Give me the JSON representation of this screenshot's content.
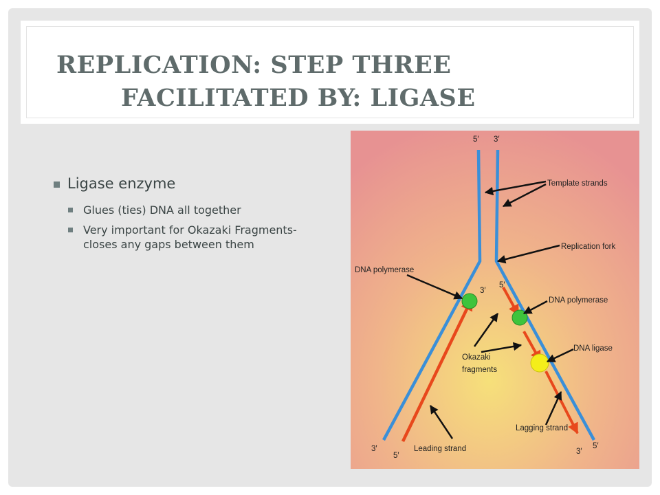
{
  "title": {
    "line1": "REPLICATION: STEP THREE",
    "line2": "FACILITATED BY: LIGASE"
  },
  "bullets": {
    "main": "Ligase enzyme",
    "sub": [
      "Glues (ties)  DNA all together",
      "Very important for Okazaki Fragments-closes any gaps between them"
    ]
  },
  "diagram": {
    "colors": {
      "template_strand": "#3a8fd8",
      "new_strand": "#e8481c",
      "polymerase": "#3ec43c",
      "ligase": "#f4ee1a",
      "background_center": "#f6e07a",
      "background_edge": "#e79292"
    },
    "labels": {
      "top_left_5": "5′",
      "top_right_3": "3′",
      "template_strands": "Template strands",
      "replication_fork": "Replication fork",
      "dna_polymerase_left": "DNA polymerase",
      "dna_polymerase_right": "DNA polymerase",
      "dna_ligase": "DNA ligase",
      "okazaki_line1": "Okazaki",
      "okazaki_line2": "fragments",
      "leading_strand": "Leading strand",
      "lagging_strand": "Lagging strand",
      "mid_3": "3′",
      "mid_5": "5′",
      "bottom_left_3": "3′",
      "bottom_left_5": "5′",
      "bottom_right_3": "3′",
      "bottom_right_5": "5′"
    }
  }
}
